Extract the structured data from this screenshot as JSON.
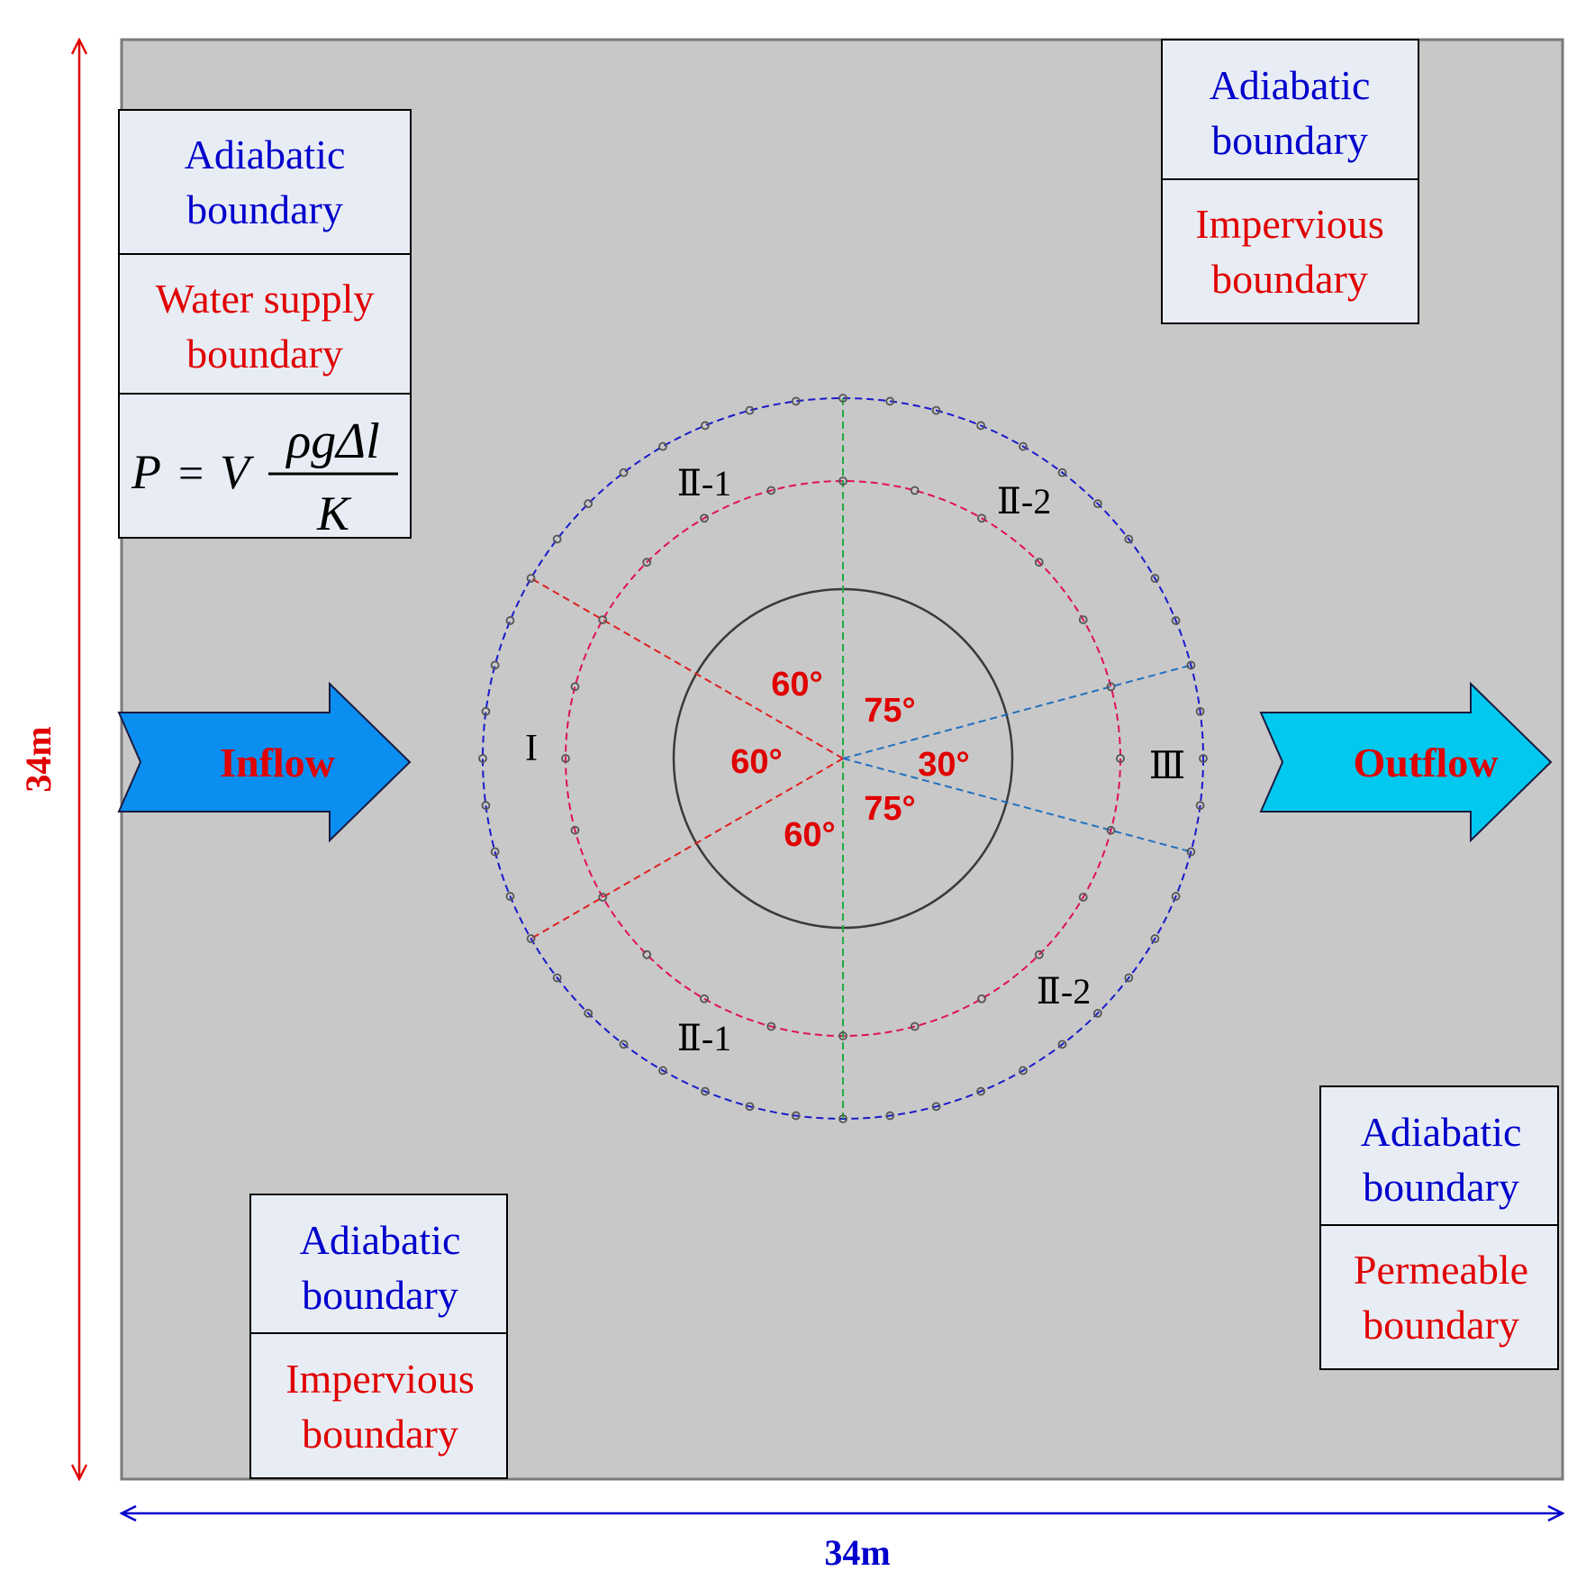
{
  "dimensions": {
    "height_label": "34m",
    "width_label": "34m"
  },
  "boxes": {
    "top_left": {
      "adiabatic_line1": "Adiabatic",
      "adiabatic_line2": "boundary",
      "supply_line1": "Water supply",
      "supply_line2": "boundary"
    },
    "formula": {
      "lhs": "P",
      "eq": "=",
      "v": "V",
      "numerator": "ρgΔl",
      "denominator": "K"
    },
    "top_right": {
      "adiabatic_line1": "Adiabatic",
      "adiabatic_line2": "boundary",
      "impervious_line1": "Impervious",
      "impervious_line2": "boundary"
    },
    "bottom_left": {
      "adiabatic_line1": "Adiabatic",
      "adiabatic_line2": "boundary",
      "impervious_line1": "Impervious",
      "impervious_line2": "boundary"
    },
    "bottom_right": {
      "adiabatic_line1": "Adiabatic",
      "adiabatic_line2": "boundary",
      "permeable_line1": "Permeable",
      "permeable_line2": "boundary"
    }
  },
  "arrows": {
    "inflow": "Inflow",
    "outflow": "Outflow"
  },
  "zones": {
    "zone_I": "I",
    "zone_II1_top": "Ⅱ-1",
    "zone_II2_top": "Ⅱ-2",
    "zone_III": "Ⅲ",
    "zone_II1_bottom": "Ⅱ-1",
    "zone_II2_bottom": "Ⅱ-2"
  },
  "angles": {
    "upper_left": "60°",
    "left": "60°",
    "lower_left": "60°",
    "upper_right": "75°",
    "right": "30°",
    "lower_right": "75°"
  },
  "colors": {
    "domain_fill": "#c8c8c8",
    "box_fill": "#e8edf5",
    "adiabatic_text": "#0000cc",
    "boundary_red": "#e00000",
    "inflow_arrow": "#0a8ef0",
    "outflow_arrow": "#00c8ee",
    "outer_ring": "#1a1acc",
    "middle_ring": "#e0105a",
    "center_line": "#22aa44",
    "zone_I_lines": "#e02020",
    "zone_III_lines": "#2070c0"
  }
}
